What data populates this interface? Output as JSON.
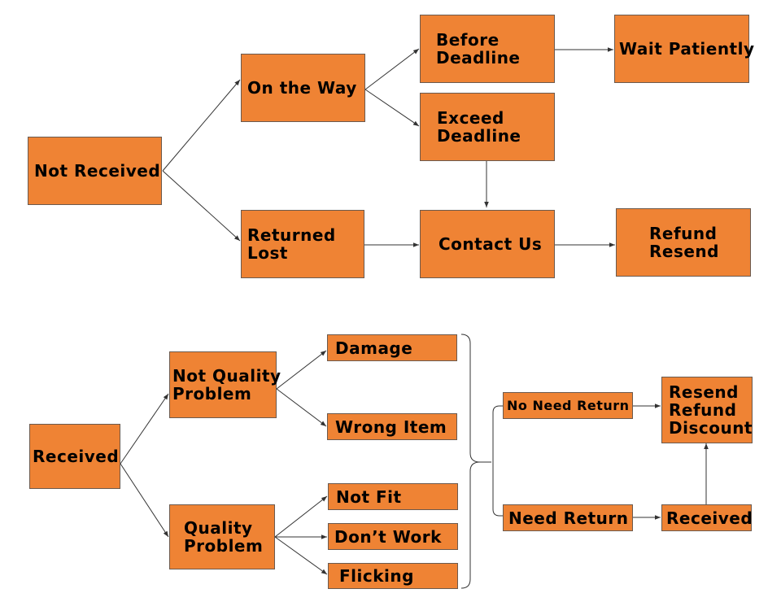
{
  "flowchart_1": {
    "not_received": "Not Received",
    "on_the_way": "On the Way",
    "returned_lost": [
      "Returned",
      "Lost"
    ],
    "before_deadline": [
      "Before",
      "Deadline"
    ],
    "exceed_deadline": [
      "Exceed",
      "Deadline"
    ],
    "wait_patiently": "Wait Patiently",
    "contact_us": "Contact Us",
    "refund_resend": [
      "Refund",
      "Resend"
    ]
  },
  "flowchart_2": {
    "received": "Received",
    "not_quality_problem": [
      "Not Quality",
      "Problem"
    ],
    "quality_problem": [
      "Quality",
      "Problem"
    ],
    "damage": "Damage",
    "wrong_item": "Wrong Item",
    "not_fit": "Not Fit",
    "dont_work": "Don’t Work",
    "flicking": "Flicking",
    "no_need_return": "No Need Return",
    "need_return": "Need Return",
    "received_after_return": "Received",
    "resend_refund_discount": [
      "Resend",
      "Refund",
      "Discount"
    ]
  },
  "colors": {
    "box_fill": "#ef8334",
    "box_border": "#6b5a4e",
    "connector": "#333333"
  }
}
